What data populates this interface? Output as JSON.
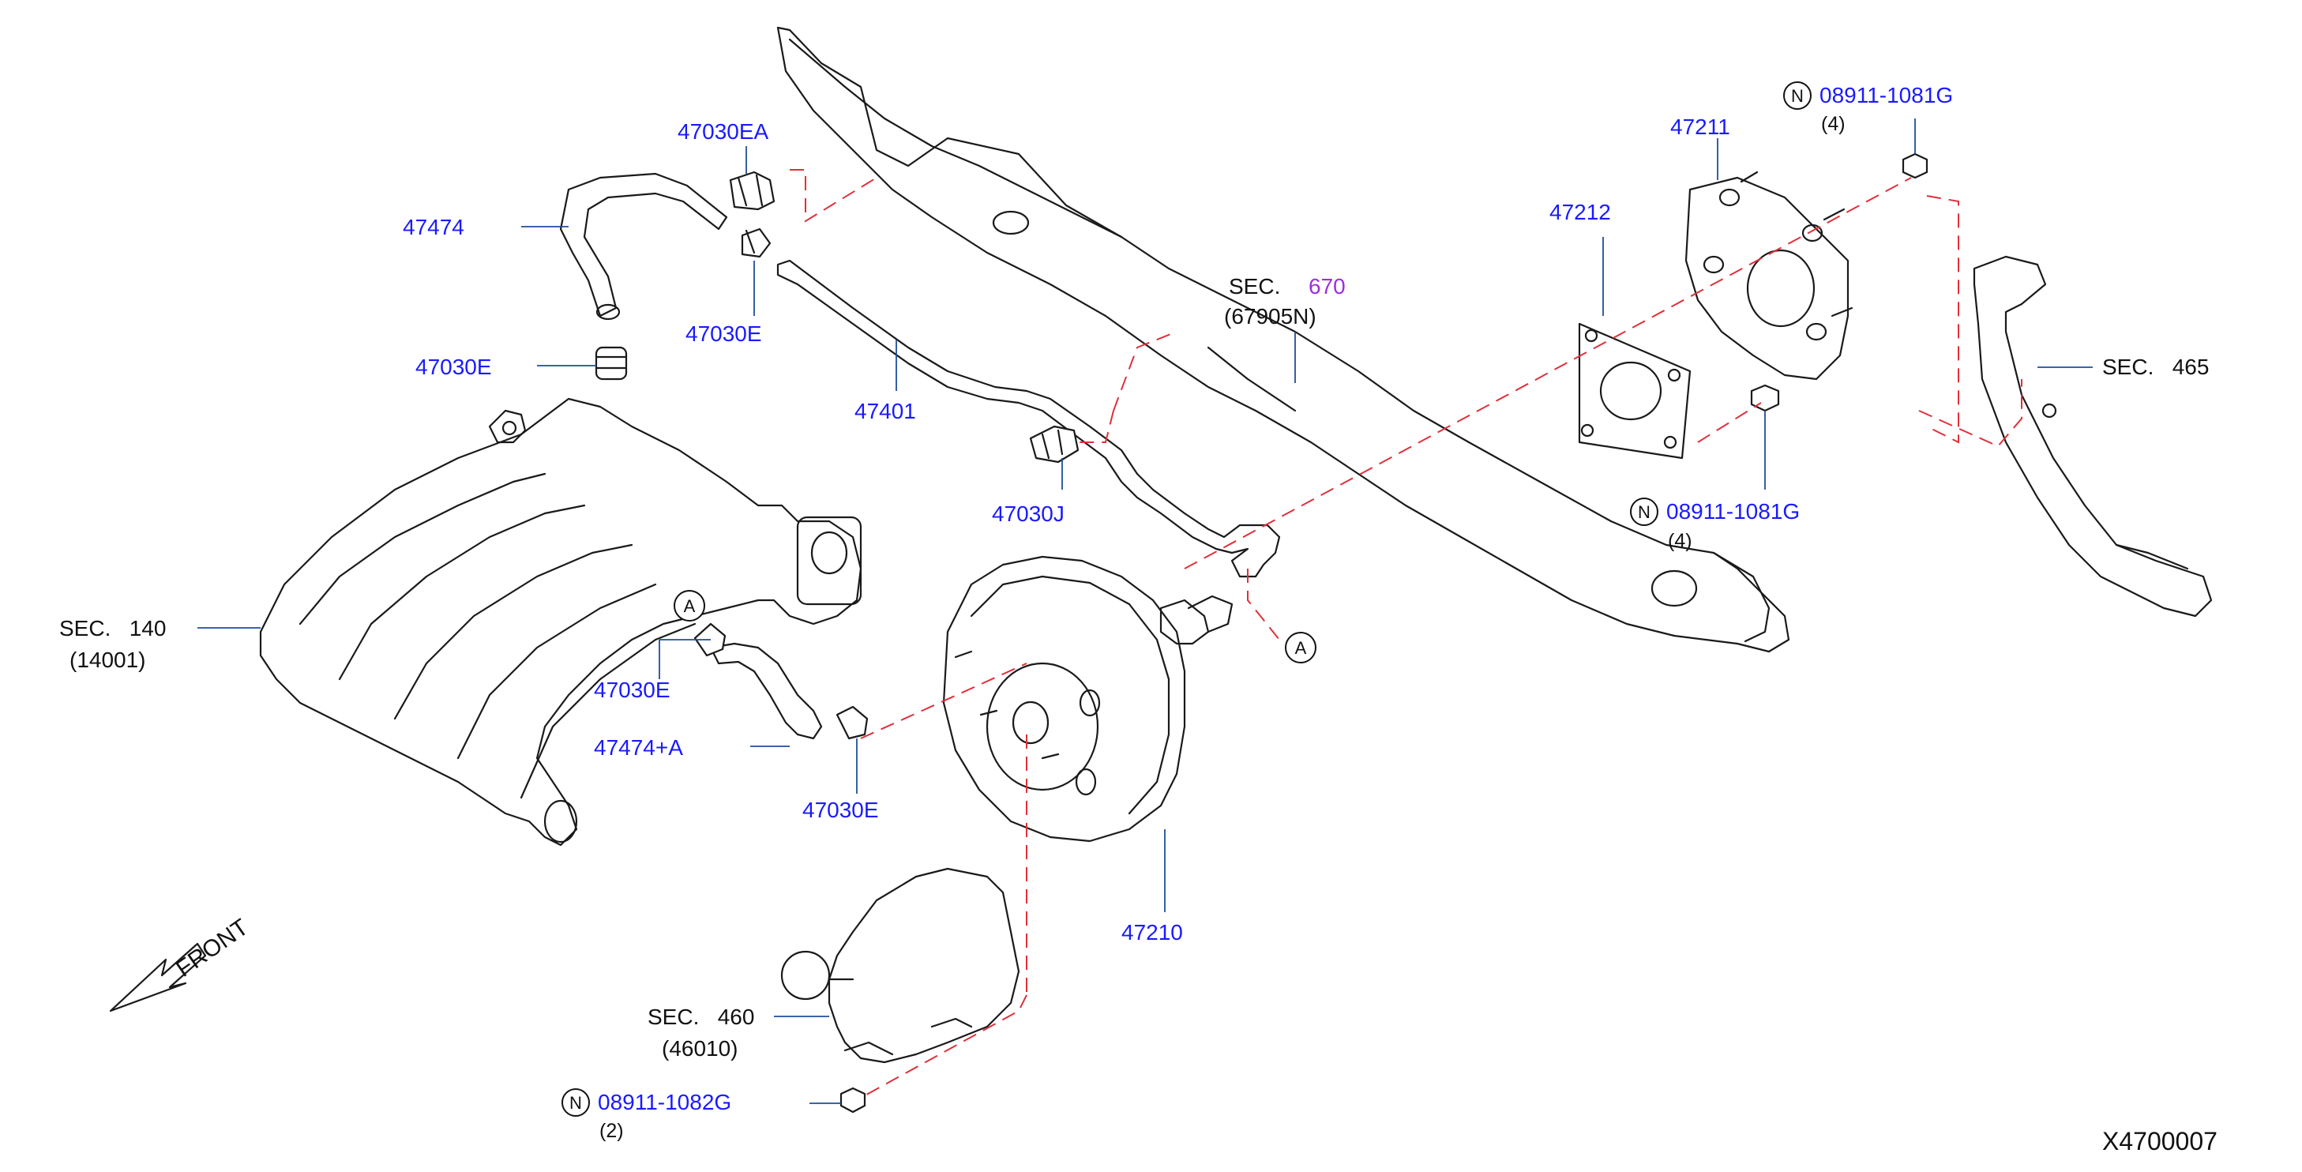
{
  "labels": {
    "p47030EA": "47030EA",
    "p47474": "47474",
    "p47030E_upper": "47030E",
    "p47030E_left": "47030E",
    "p47401": "47401",
    "p47030J": "47030J",
    "sec670_prefix": "SEC.",
    "sec670_num": "670",
    "sec670_sub": "(67905N)",
    "p47212": "47212",
    "p47211": "47211",
    "nut_top": "08911-1081G",
    "nut_top_qty": "(4)",
    "nut_mid": "08911-1081G",
    "nut_mid_qty": "(4)",
    "sec465": "SEC.   465",
    "sec140": "SEC.   140",
    "sec140_sub": "(14001)",
    "p47030E_mid": "47030E",
    "p47474A": "47474+A",
    "p47030E_low": "47030E",
    "p47210": "47210",
    "sec460": "SEC.   460",
    "sec460_sub": "(46010)",
    "nut_low": "08911-1082G",
    "nut_low_qty": "(2)",
    "front": "FRONT",
    "diagram_id": "X4700007",
    "mark_A1": "A",
    "mark_A2": "A",
    "mark_N": "N"
  },
  "colors": {
    "part_number": "#1a1aff",
    "section_ref": "#111111",
    "section_highlight": "#9b30e0",
    "leader_line": "#1f4e9a",
    "dashed_line": "#e0303a"
  }
}
